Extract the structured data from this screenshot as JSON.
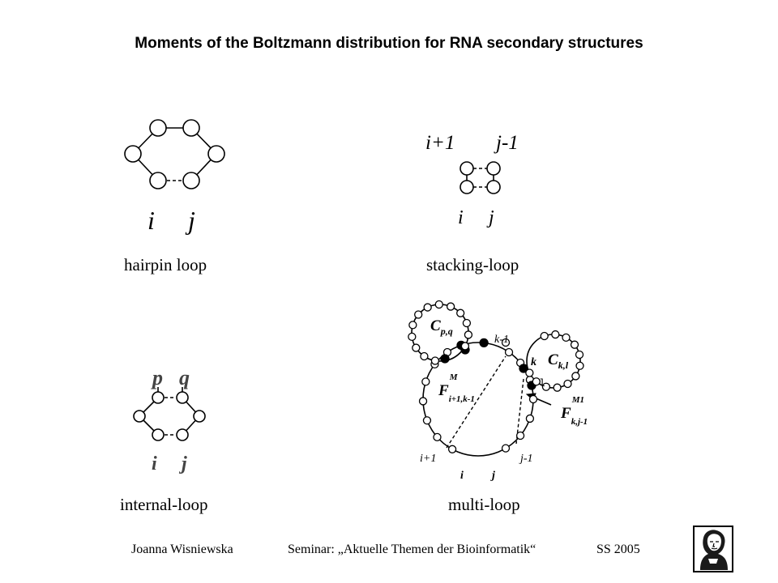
{
  "title": "Moments of the Boltzmann distribution for RNA secondary structures",
  "hairpin": {
    "caption": "hairpin loop",
    "i": "i",
    "j": "j"
  },
  "stacking": {
    "caption": "stacking-loop",
    "i1": "i+1",
    "j1": "j-1",
    "i": "i",
    "j": "j"
  },
  "internal": {
    "caption": "internal-loop",
    "p": "p",
    "q": "q",
    "i": "i",
    "j": "j"
  },
  "multi": {
    "caption": "multi-loop",
    "cpq": "C",
    "cpq_sub": "p,q",
    "ckl": "C",
    "ckl_sub": "k,l",
    "k1": "k-1",
    "k": "k",
    "l": "l",
    "fm": "F",
    "fm_sup": "M",
    "fm_sub": "i+1,k-1",
    "fm1": "F",
    "fm1_sup": "M1",
    "fm1_sub": "k,j-1",
    "i1": "i+1",
    "j1": "j-1",
    "i": "i",
    "j": "j"
  },
  "footer": {
    "author": "Joanna Wisniewska",
    "seminar": "Seminar: „Aktuelle Themen der Bioinformatik“",
    "term": "SS 2005"
  },
  "logo": "goethe-portrait-icon"
}
